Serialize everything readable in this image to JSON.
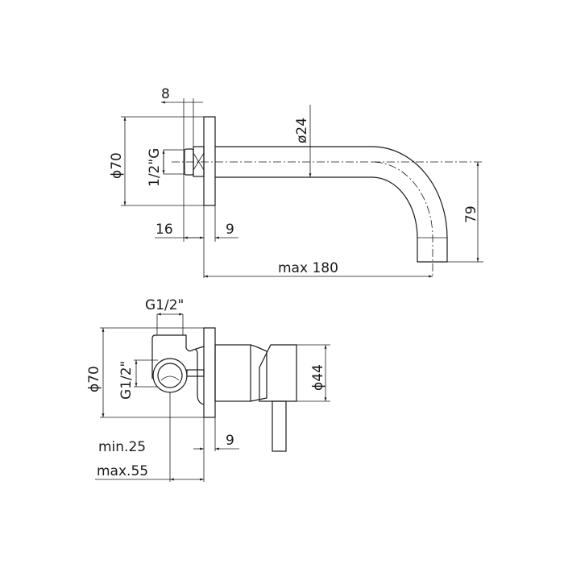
{
  "spout_view": {
    "dim_flange_thickness": "8",
    "dim_plate_diameter": "ϕ70",
    "dim_thread": "1/2\"G",
    "dim_pipe_diameter": "ø24",
    "dim_16": "16",
    "dim_9": "9",
    "dim_height": "79",
    "dim_length": "max 180"
  },
  "mixer_view": {
    "dim_top_thread": "G1/2\"",
    "dim_side_thread": "G1/2\"",
    "dim_plate_diameter": "ϕ70",
    "dim_handle_diameter": "ϕ44",
    "dim_9": "9",
    "dim_min_depth": "min.25",
    "dim_max_depth": "max.55"
  },
  "colors": {
    "line": "#1a1a1a",
    "background": "#ffffff"
  }
}
